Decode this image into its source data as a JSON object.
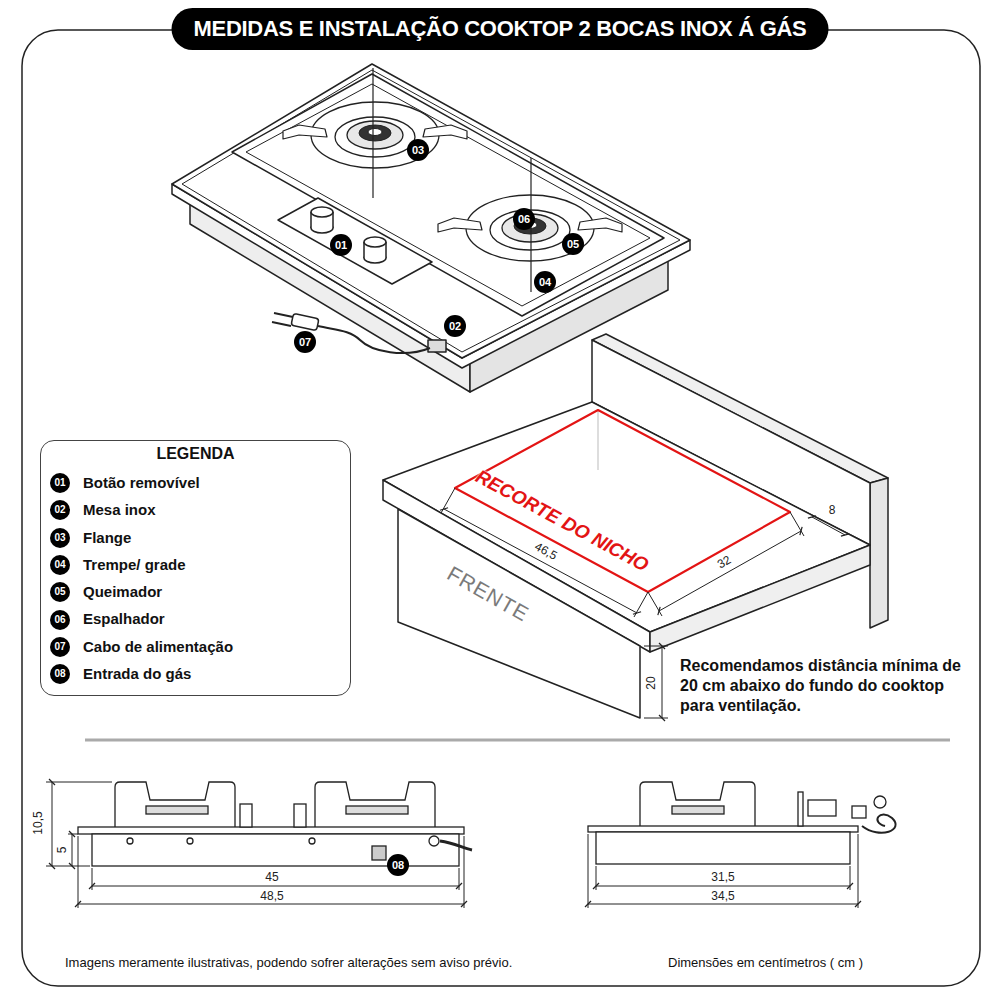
{
  "diagram": {
    "title": "MEDIDAS E INSTALAÇÃO COOKTOP 2 BOCAS INOX Á GÁS",
    "caption": "Imagens meramente ilustrativas, podendo sofrer alterações sem aviso prévio.",
    "nodes": [
      {
        "text": [
          "LEGENDA"
        ]
      }
    ],
    "labels": [
      "03",
      "06",
      "01",
      "05",
      "04",
      "02",
      "07",
      "RECORTE DO NICHO",
      "46,5",
      "32",
      "8",
      "FRENTE",
      "20",
      "Recomendamos distância mínima de 20 cm abaixo do fundo do cooktop para ventilação.",
      "10,5",
      "5",
      "08",
      "45",
      "48,5",
      "31,5",
      "34,5",
      "Dimensões em centímetros ( cm )",
      "01",
      "02",
      "03",
      "04",
      "05",
      "06",
      "07",
      "08"
    ],
    "legend": [
      {
        "text": "Botão removível"
      },
      {
        "text": "Mesa inox"
      },
      {
        "text": "Flange"
      },
      {
        "text": "Trempe/ grade"
      },
      {
        "text": "Queimador"
      },
      {
        "text": "Espalhador"
      },
      {
        "text": "Cabo de alimentação"
      },
      {
        "text": "Entrada do gás"
      }
    ]
  }
}
